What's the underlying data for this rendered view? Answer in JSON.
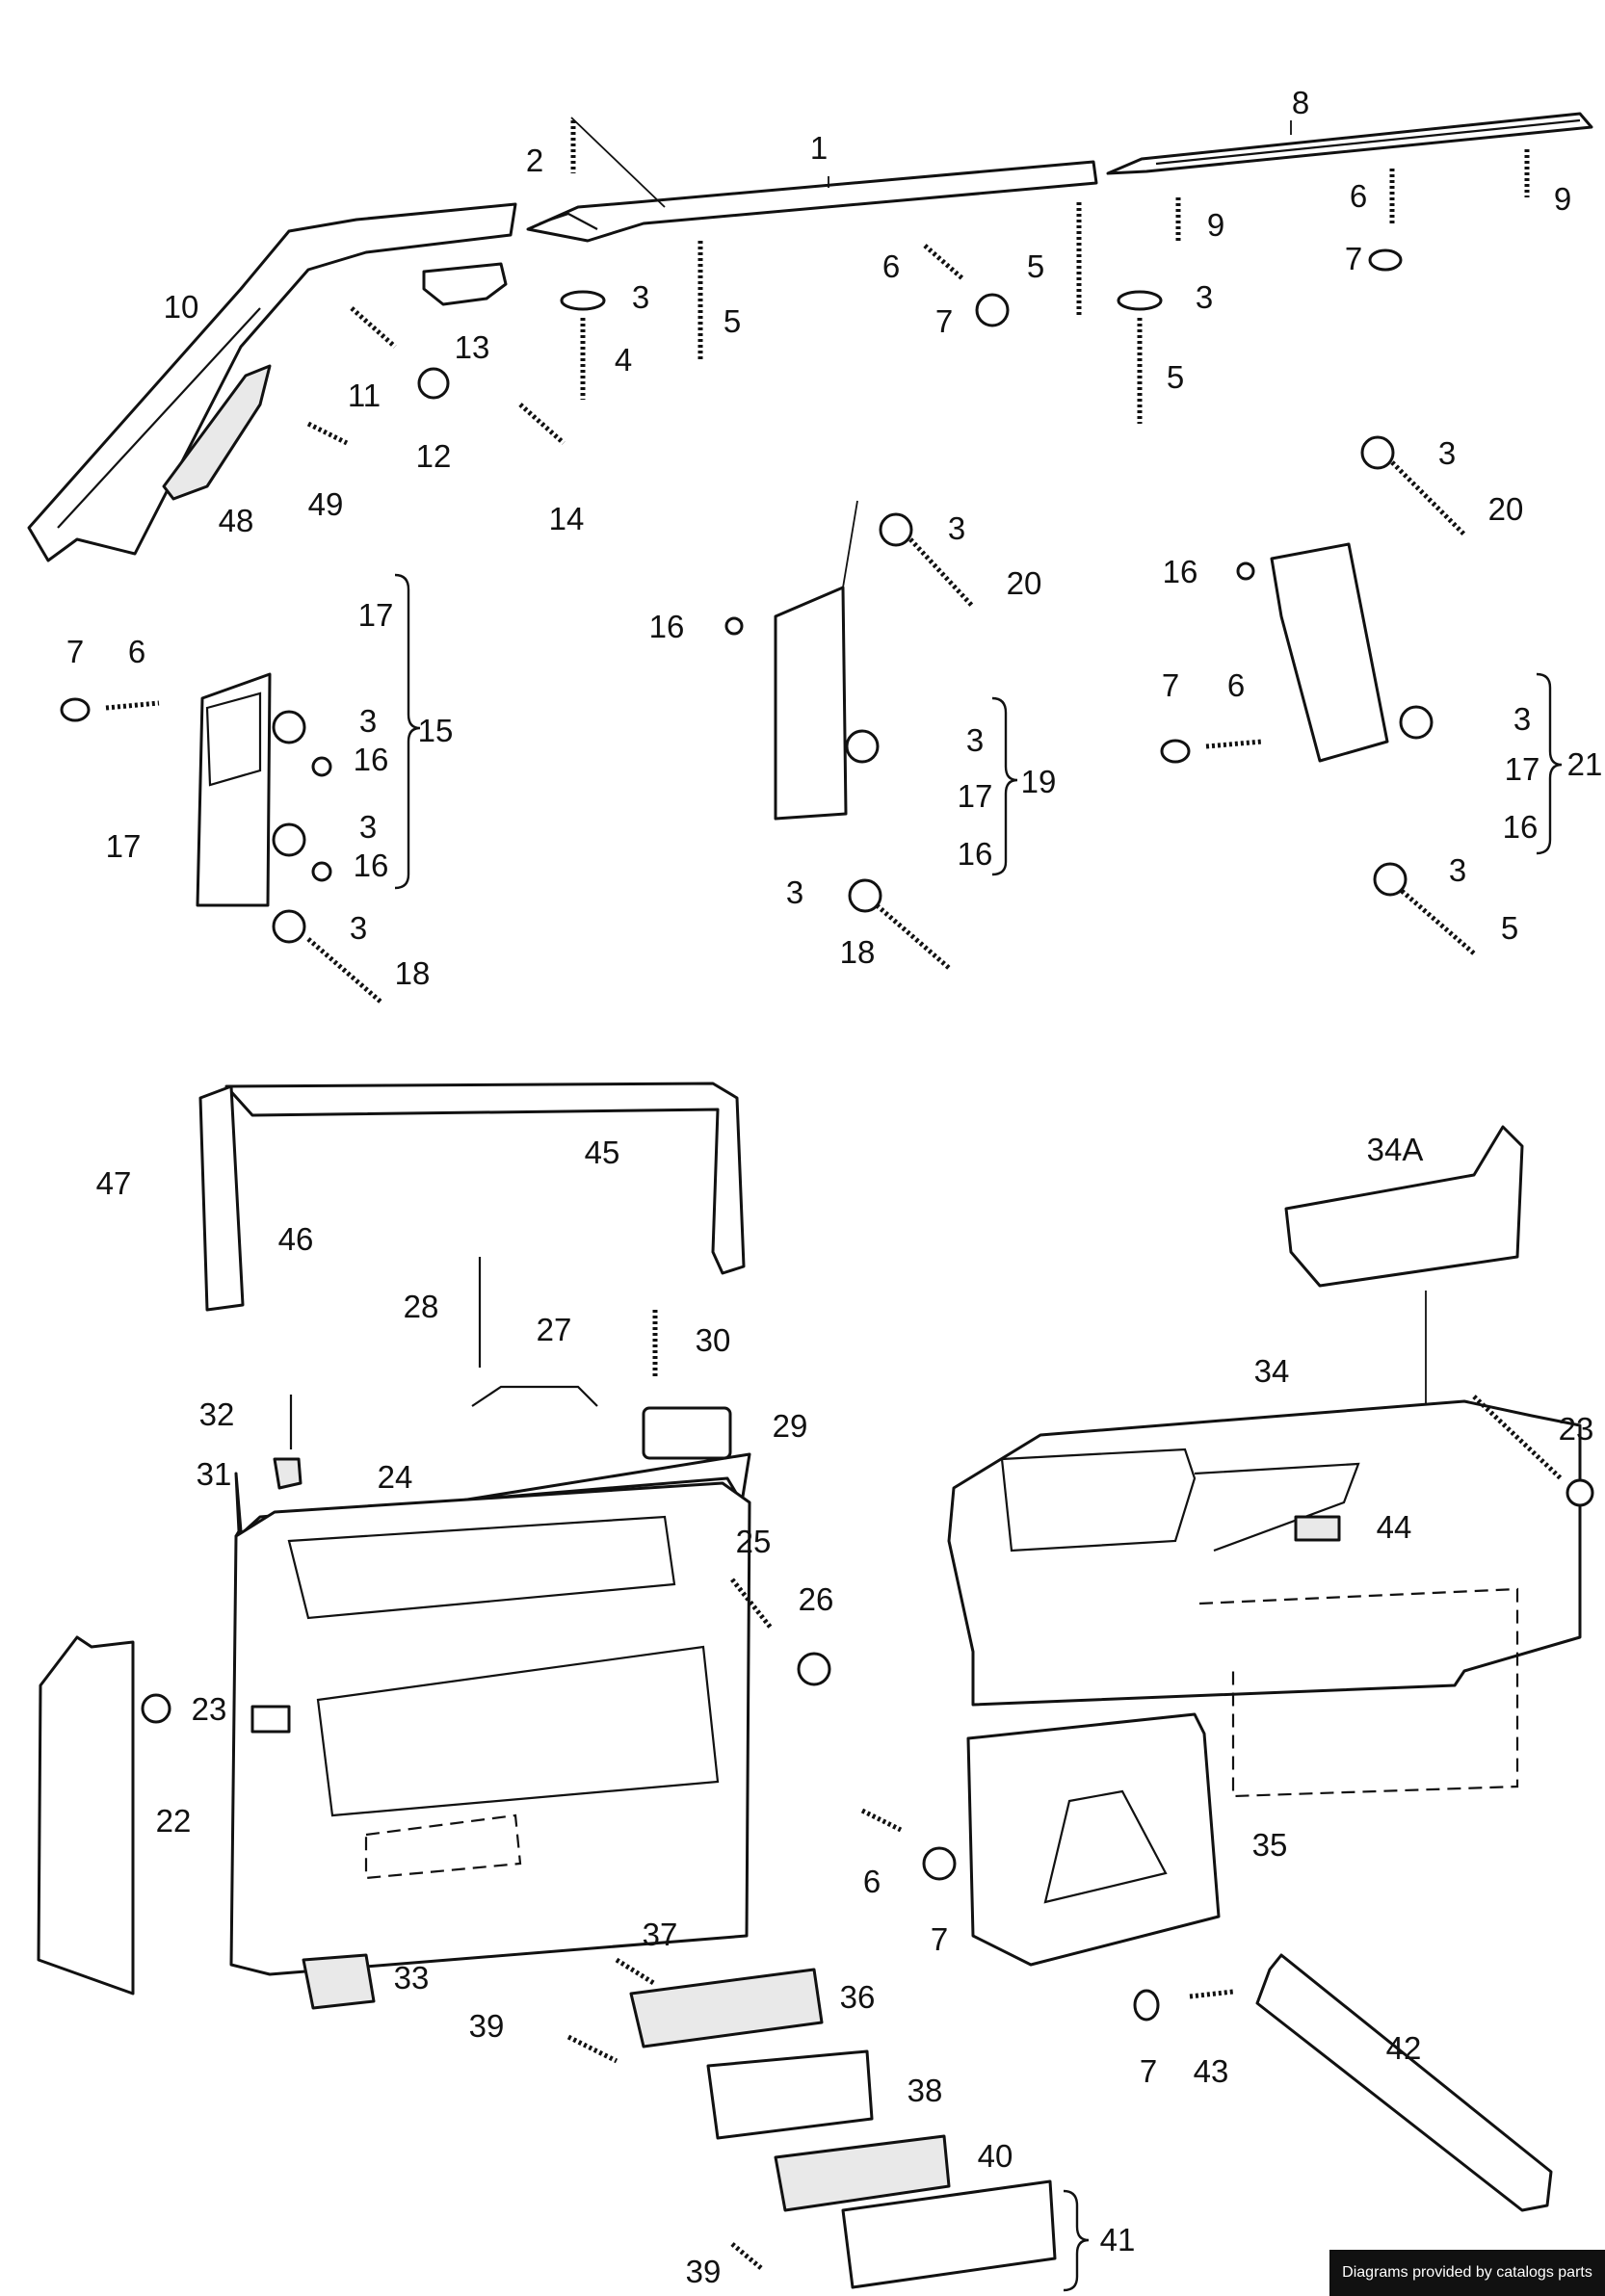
{
  "credit": "Diagrams provided by catalogs parts",
  "callouts": [
    {
      "id": "c1",
      "text": "1"
    },
    {
      "id": "c2",
      "text": "2"
    },
    {
      "id": "c8",
      "text": "8"
    },
    {
      "id": "c3a",
      "text": "3"
    },
    {
      "id": "c4",
      "text": "4"
    },
    {
      "id": "c5a",
      "text": "5"
    },
    {
      "id": "c6a",
      "text": "6"
    },
    {
      "id": "c7a",
      "text": "7"
    },
    {
      "id": "c5b",
      "text": "5"
    },
    {
      "id": "c3b",
      "text": "3"
    },
    {
      "id": "c5c",
      "text": "5"
    },
    {
      "id": "c9a",
      "text": "9"
    },
    {
      "id": "c6b",
      "text": "6"
    },
    {
      "id": "c9b",
      "text": "9"
    },
    {
      "id": "c7b",
      "text": "7"
    },
    {
      "id": "c10",
      "text": "10"
    },
    {
      "id": "c11",
      "text": "11"
    },
    {
      "id": "c12",
      "text": "12"
    },
    {
      "id": "c13",
      "text": "13"
    },
    {
      "id": "c14",
      "text": "14"
    },
    {
      "id": "c48",
      "text": "48"
    },
    {
      "id": "c49",
      "text": "49"
    },
    {
      "id": "c17a",
      "text": "17"
    },
    {
      "id": "c7c",
      "text": "7"
    },
    {
      "id": "c6c",
      "text": "6"
    },
    {
      "id": "c3c",
      "text": "3"
    },
    {
      "id": "c16a",
      "text": "16"
    },
    {
      "id": "c15",
      "text": "15"
    },
    {
      "id": "c17b",
      "text": "17"
    },
    {
      "id": "c3d",
      "text": "3"
    },
    {
      "id": "c16b",
      "text": "16"
    },
    {
      "id": "c3e",
      "text": "3"
    },
    {
      "id": "c18a",
      "text": "18"
    },
    {
      "id": "c3f",
      "text": "3"
    },
    {
      "id": "c20a",
      "text": "20"
    },
    {
      "id": "c16c",
      "text": "16"
    },
    {
      "id": "c3g",
      "text": "3"
    },
    {
      "id": "c17c",
      "text": "17"
    },
    {
      "id": "c19",
      "text": "19"
    },
    {
      "id": "c16d",
      "text": "16"
    },
    {
      "id": "c3h",
      "text": "3"
    },
    {
      "id": "c18b",
      "text": "18"
    },
    {
      "id": "c3i",
      "text": "3"
    },
    {
      "id": "c20b",
      "text": "20"
    },
    {
      "id": "c16e",
      "text": "16"
    },
    {
      "id": "c7d",
      "text": "7"
    },
    {
      "id": "c6d",
      "text": "6"
    },
    {
      "id": "c3j",
      "text": "3"
    },
    {
      "id": "c21",
      "text": "21"
    },
    {
      "id": "c17d",
      "text": "17"
    },
    {
      "id": "c16f",
      "text": "16"
    },
    {
      "id": "c3k",
      "text": "3"
    },
    {
      "id": "c5d",
      "text": "5"
    },
    {
      "id": "c45",
      "text": "45"
    },
    {
      "id": "c47",
      "text": "47"
    },
    {
      "id": "c46",
      "text": "46"
    },
    {
      "id": "c34a",
      "text": "34A"
    },
    {
      "id": "c28",
      "text": "28"
    },
    {
      "id": "c27",
      "text": "27"
    },
    {
      "id": "c30",
      "text": "30"
    },
    {
      "id": "c34",
      "text": "34"
    },
    {
      "id": "c32",
      "text": "32"
    },
    {
      "id": "c29",
      "text": "29"
    },
    {
      "id": "c23a",
      "text": "23"
    },
    {
      "id": "c31",
      "text": "31"
    },
    {
      "id": "c24",
      "text": "24"
    },
    {
      "id": "c44",
      "text": "44"
    },
    {
      "id": "c25",
      "text": "25"
    },
    {
      "id": "c26",
      "text": "26"
    },
    {
      "id": "c23b",
      "text": "23"
    },
    {
      "id": "c22",
      "text": "22"
    },
    {
      "id": "c35",
      "text": "35"
    },
    {
      "id": "c6e",
      "text": "6"
    },
    {
      "id": "c7e",
      "text": "7"
    },
    {
      "id": "c33",
      "text": "33"
    },
    {
      "id": "c37",
      "text": "37"
    },
    {
      "id": "c36",
      "text": "36"
    },
    {
      "id": "c39a",
      "text": "39"
    },
    {
      "id": "c42",
      "text": "42"
    },
    {
      "id": "c7f",
      "text": "7"
    },
    {
      "id": "c43",
      "text": "43"
    },
    {
      "id": "c38",
      "text": "38"
    },
    {
      "id": "c40",
      "text": "40"
    },
    {
      "id": "c41",
      "text": "41"
    },
    {
      "id": "c39b",
      "text": "39"
    }
  ]
}
